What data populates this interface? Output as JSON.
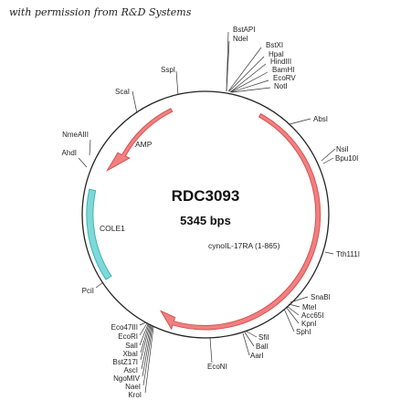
{
  "permission_note": "with permission from R&D Systems",
  "plasmid": {
    "name": "RDC3093",
    "size": "5345 bps"
  },
  "colors": {
    "backbone": "#222222",
    "amp": "#f08080",
    "amp_stroke": "#d95050",
    "cole1": "#7fd8d8",
    "cole1_stroke": "#3bb5b5",
    "cds": "#f08080",
    "cds_stroke": "#d95050"
  },
  "features": [
    {
      "label": "AMP",
      "kind": "arrow"
    },
    {
      "label": "COLE1",
      "kind": "origin"
    },
    {
      "label": "cynoIL-17RA (1-865)",
      "kind": "arrow"
    }
  ],
  "sites": [
    "BstAPI",
    "NdeI",
    "BstXI",
    "HpaI",
    "HindIII",
    "BamHI",
    "EcoRV",
    "NotI",
    "AbsI",
    "NsiI",
    "Bpu10I",
    "Tth111I",
    "SnaBI",
    "MteI",
    "Acc65I",
    "KpnI",
    "SphI",
    "SfiI",
    "BalI",
    "AarI",
    "EcoNI",
    "Eco47III",
    "EcoRI",
    "SalI",
    "XbaI",
    "BstZ17I",
    "AscI",
    "NgoMIV",
    "NaeI",
    "KroI",
    "PciI",
    "AhdI",
    "NmeAIII",
    "ScaI",
    "SspI"
  ]
}
